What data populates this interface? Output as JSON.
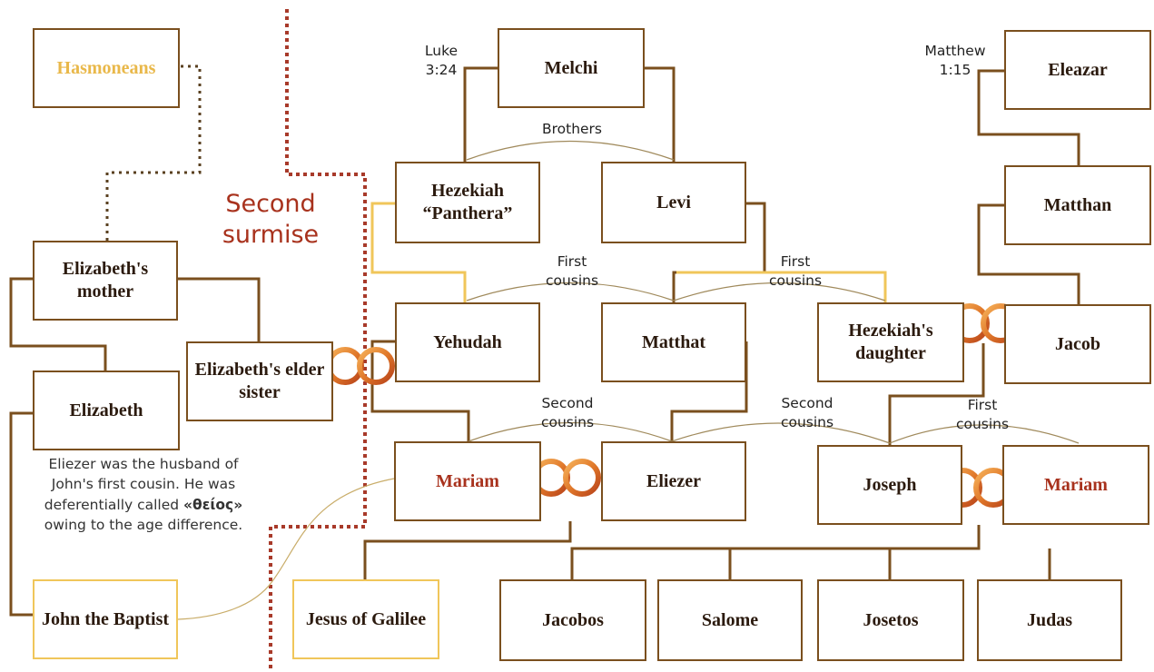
{
  "people": {
    "hasmoneans": "Hasmoneans",
    "elizabeths_mother": "Elizabeth's mother",
    "elizabeths_elder_sister": "Elizabeth's elder sister",
    "elizabeth": "Elizabeth",
    "john_the_baptist": "John the Baptist",
    "melchi": "Melchi",
    "hezekiah_panthera": "Hezekiah “Panthera”",
    "levi": "Levi",
    "yehudah": "Yehudah",
    "matthat": "Matthat",
    "hezekiahs_daughter": "Hezekiah's daughter",
    "mariam_1": "Mariam",
    "eliezer": "Eliezer",
    "jesus_of_galilee": "Jesus of Galilee",
    "eleazar": "Eleazar",
    "matthan": "Matthan",
    "jacob": "Jacob",
    "joseph": "Joseph",
    "mariam_2": "Mariam",
    "jacobos": "Jacobos",
    "salome": "Salome",
    "josetos": "Josetos",
    "judas": "Judas"
  },
  "labels": {
    "luke_ref": "Luke 3:24",
    "matthew_ref": "Matthew 1:15",
    "brothers": "Brothers",
    "first_cousins": "First cousins",
    "second_cousins": "Second cousins",
    "second_surmise": "Second surmise"
  },
  "note": {
    "line1": "Eliezer was the husband of",
    "line2": "John's first cousin. He was",
    "line3_pre": "deferentially called ",
    "line3_word": "«θείος»",
    "line4": "owing to the age difference."
  },
  "colors": {
    "box_border": "#7a4f1e",
    "highlight_border": "#f0c65a",
    "highlight_text": "#e9b84a",
    "name_red": "#a8321d",
    "surmise_red": "#a8321d",
    "ring_orange": "#e0782a"
  }
}
